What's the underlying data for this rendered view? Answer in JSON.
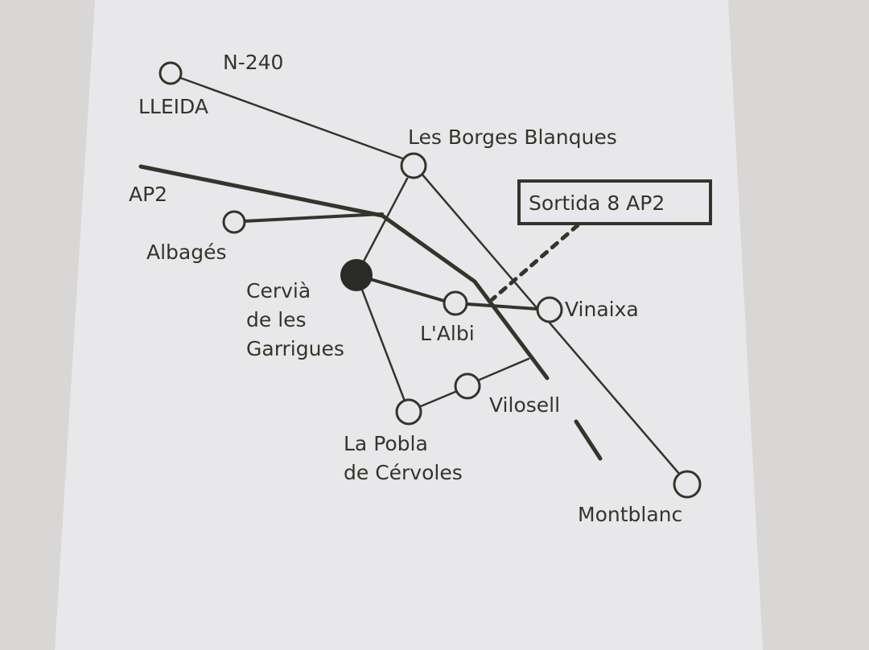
{
  "map": {
    "roads": {
      "n240": "N-240",
      "ap2": "AP2"
    },
    "exit_sign": "Sortida 8 AP2",
    "towns": {
      "lleida": "LLEIDA",
      "borges": "Les Borges Blanques",
      "albages": "Albagés",
      "cervia": [
        "Cervià",
        "de les",
        "Garrigues"
      ],
      "albi": "L'Albi",
      "vinaixa": "Vinaixa",
      "vilosell": "Vilosell",
      "pobla": [
        "La Pobla",
        "de Cérvoles"
      ],
      "montblanc": "Montblanc"
    },
    "colors": {
      "ink": "#34342a",
      "card": "#e8e8eb",
      "background": "#d9d7d5"
    }
  }
}
